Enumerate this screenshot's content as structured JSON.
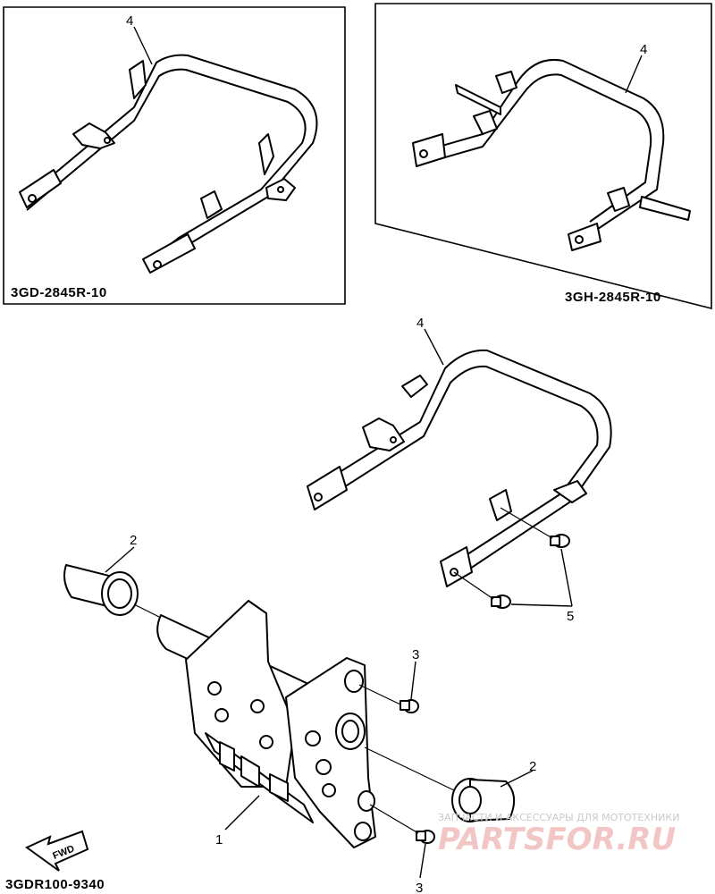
{
  "insets": [
    {
      "code": "3GD-2845R-10",
      "callout": "4"
    },
    {
      "code": "3GH-2845R-10",
      "callout": "4"
    }
  ],
  "callouts": {
    "guard_main": "4",
    "cap_left": "2",
    "cap_right": "2",
    "bolt_upper": "3",
    "bolt_lower": "3",
    "bolts_pair": "5",
    "bracket": "1"
  },
  "fwd_label": "FWD",
  "diagram_code": "3GDR100-9340",
  "watermark": {
    "tagline": "ЗАПЧАСТИ И АКСЕССУАРЫ ДЛЯ МОТОТЕХНИКИ",
    "brand": "PARTSFOR.RU"
  }
}
